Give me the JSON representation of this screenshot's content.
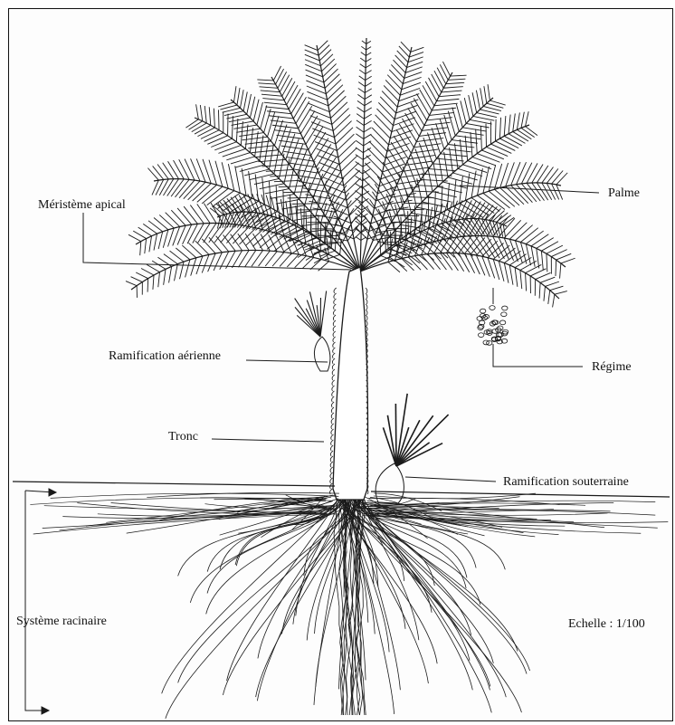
{
  "labels": {
    "apical": "Méristème apical",
    "palme": "Palme",
    "aerial": "Ramification aérienne",
    "regime": "Régime",
    "tronc": "Tronc",
    "souterraine": "Ramification souterraine",
    "racinaire": "Système racinaire",
    "echelle": "Echelle : 1/100"
  },
  "colors": {
    "ink": "#1a1a1a",
    "paper": "#fdfdfd"
  }
}
